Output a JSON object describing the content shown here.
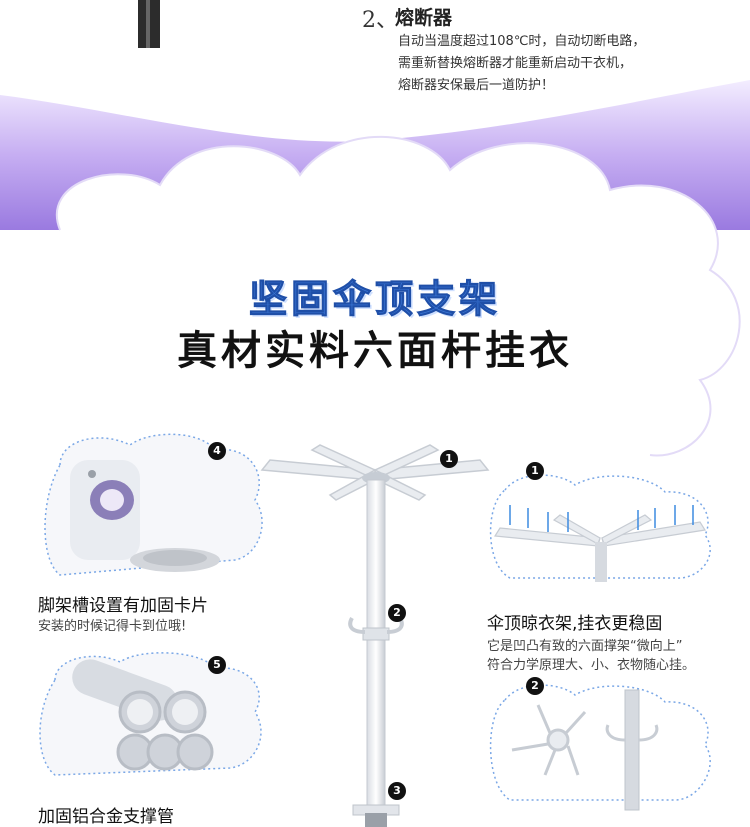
{
  "fuse": {
    "number": "2、",
    "title": "熔断器",
    "lines": [
      "自动当温度超过108℃时，自动切断电路，",
      "需重新替换熔断器才能重新启动干衣机，",
      "熔断器安保最后一道防护！"
    ]
  },
  "headline": {
    "line1": "坚固伞顶支架",
    "line2": "真材实料六面杆挂衣"
  },
  "badges": {
    "b1": "1",
    "b2": "2",
    "b3": "3",
    "b4": "4",
    "b5": "5",
    "r1": "1",
    "r2": "2"
  },
  "features": {
    "foot_slot": {
      "title": "脚架槽设置有加固卡片",
      "desc": "安装的时候记得卡到位哦!"
    },
    "alu_tube": {
      "title": "加固铝合金支撑管"
    },
    "umbrella_top": {
      "title": "伞顶晾衣架,挂衣更稳固",
      "desc_lines": [
        "它是凹凸有致的六面撑架“微向上”",
        "符合力学原理大、小、衣物随心挂。"
      ]
    }
  },
  "colors": {
    "accent_blue": "#3c78d8",
    "wave_purple": "#a98be4"
  }
}
